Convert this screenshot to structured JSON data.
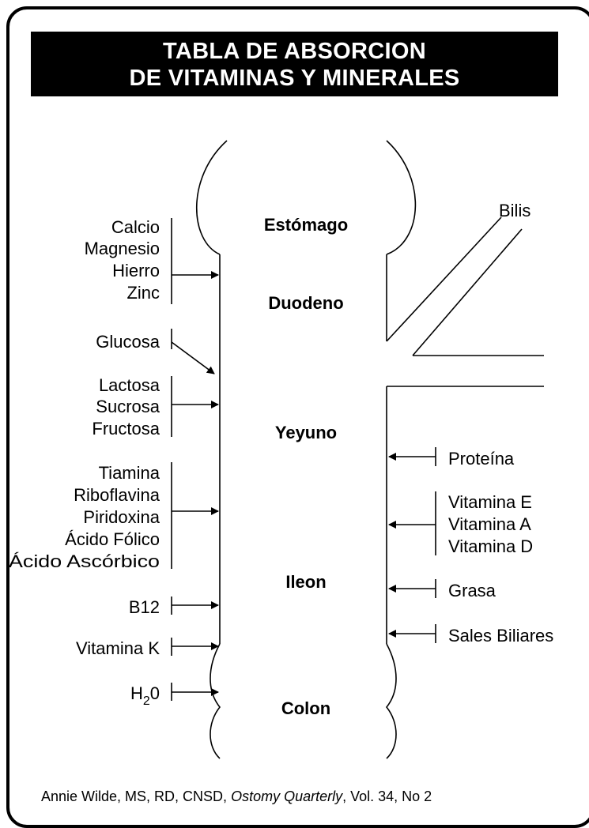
{
  "title": {
    "line1": "TABLA DE ABSORCION",
    "line2": "DE VITAMINAS Y MINERALES"
  },
  "organs": {
    "stomach": "Estómago",
    "duodenum": "Duodeno",
    "jejunum": "Yeyuno",
    "ileum": "Ileon",
    "colon": "Colon"
  },
  "bile": "Bilis",
  "left_groups": {
    "minerals": [
      "Calcio",
      "Magnesio",
      "Hierro",
      "Zinc"
    ],
    "glucose": [
      "Glucosa"
    ],
    "sugars": [
      "Lactosa",
      "Sucrosa",
      "Fructosa"
    ],
    "vitamins_b": [
      "Tiamina",
      "Riboflavina",
      "Piridoxina",
      "Ácido Fólico",
      "Ácido Ascórbico"
    ],
    "b12": [
      "B12"
    ],
    "vit_k": [
      "Vitamina K"
    ],
    "water": {
      "base": "H",
      "sub": "2",
      "tail": "0"
    }
  },
  "right_groups": {
    "protein": [
      "Proteína"
    ],
    "fat_soluble": [
      "Vitamina E",
      "Vitamina A",
      "Vitamina D"
    ],
    "fat": [
      "Grasa"
    ],
    "bile_salts": [
      "Sales Biliares"
    ]
  },
  "footer": {
    "author": "Annie Wilde, MS, RD, CNSD, ",
    "journal": "Ostomy Quarterly",
    "issue": ", Vol. 34, No 2"
  }
}
